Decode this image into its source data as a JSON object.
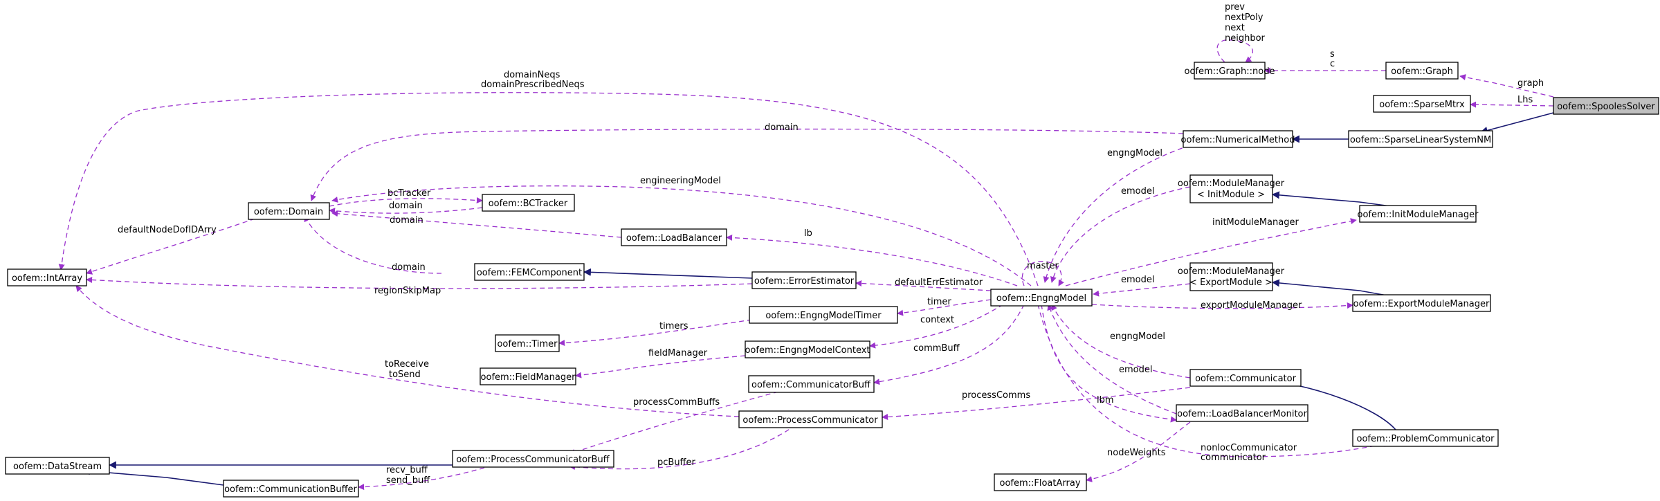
{
  "nodes": {
    "spooles_solver": "oofem::SpoolesSolver",
    "graph": "oofem::Graph",
    "graph_node": "oofem::Graph::node",
    "sparse_mtrx": "oofem::SparseMtrx",
    "sparse_linear_system_nm": "oofem::SparseLinearSystemNM",
    "numerical_method": "oofem::NumericalMethod",
    "module_manager_init_1": "oofem::ModuleManager",
    "module_manager_init_2": "< InitModule >",
    "init_module_manager": "oofem::InitModuleManager",
    "domain": "oofem::Domain",
    "bc_tracker": "oofem::BCTracker",
    "load_balancer": "oofem::LoadBalancer",
    "int_array": "oofem::IntArray",
    "fem_component": "oofem::FEMComponent",
    "error_estimator": "oofem::ErrorEstimator",
    "engng_model": "oofem::EngngModel",
    "module_manager_export_1": "oofem::ModuleManager",
    "module_manager_export_2": "< ExportModule >",
    "export_module_manager": "oofem::ExportModuleManager",
    "engng_model_timer": "oofem::EngngModelTimer",
    "timer": "oofem::Timer",
    "engng_model_context": "oofem::EngngModelContext",
    "field_manager": "oofem::FieldManager",
    "communicator_buff": "oofem::CommunicatorBuff",
    "communicator": "oofem::Communicator",
    "process_communicator": "oofem::ProcessCommunicator",
    "load_balancer_monitor": "oofem::LoadBalancerMonitor",
    "problem_communicator": "oofem::ProblemCommunicator",
    "data_stream": "oofem::DataStream",
    "process_communicator_buff": "oofem::ProcessCommunicatorBuff",
    "communication_buffer": "oofem::CommunicationBuffer",
    "float_array": "oofem::FloatArray"
  },
  "edge_labels": {
    "node_prev": "prev",
    "node_next_poly": "nextPoly",
    "node_next": "next",
    "node_neighbor": "neighbor",
    "graph_s": "s",
    "graph_c": "c",
    "graph": "graph",
    "lhs": "Lhs",
    "domain_neqs": "domainNeqs",
    "domain_prescribed_neqs": "domainPrescribedNeqs",
    "domain_nm": "domain",
    "engng_model_nm": "engngModel",
    "engineering_model": "engineeringModel",
    "bc_tracker": "bcTracker",
    "domain_bc": "domain",
    "domain_lb": "domain",
    "default_node_dof_id_arry": "defaultNodeDofIDArry",
    "lb": "lb",
    "emodel_init": "emodel",
    "init_module_manager": "initModuleManager",
    "master": "master",
    "domain_fem": "domain",
    "region_skip_map": "regionSkipMap",
    "default_err_estimator": "defaultErrEstimator",
    "emodel_export": "emodel",
    "export_module_manager": "exportModuleManager",
    "timer": "timer",
    "timers": "timers",
    "context": "context",
    "field_manager": "fieldManager",
    "engng_model_comm": "engngModel",
    "comm_buff": "commBuff",
    "to_receive": "toReceive",
    "to_send": "toSend",
    "emodel_lbm": "emodel",
    "process_comm_buffs": "processCommBuffs",
    "process_comms": "processComms",
    "lbm": "lbm",
    "recv_buff": "recv_buff",
    "send_buff": "send_buff",
    "pc_buffer": "pcBuffer",
    "node_weights": "nodeWeights",
    "nonloc_communicator": "nonlocCommunicator",
    "communicator": "communicator"
  },
  "colors": {
    "usage_edge": "#9a32cd",
    "inheritance_edge": "#191970",
    "highlight_fill": "#bfbfbf"
  }
}
